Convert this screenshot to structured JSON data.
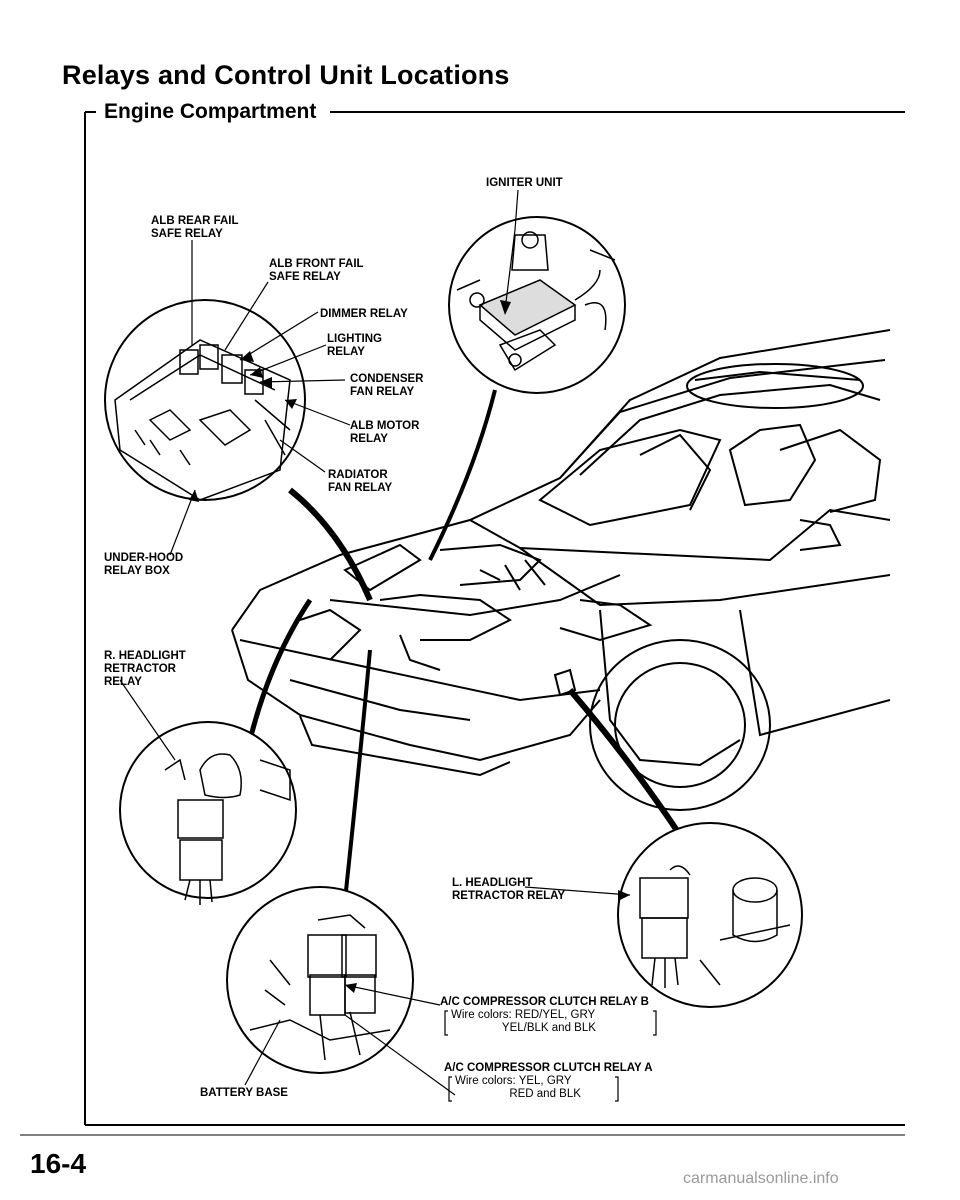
{
  "page": {
    "title": "Relays and Control Unit Locations",
    "section": "Engine Compartment",
    "page_number": "16-4",
    "watermark": "carmanualsonline.info"
  },
  "labels": {
    "igniter_unit": "IGNITER UNIT",
    "alb_rear_fail_safe_relay": "ALB REAR FAIL\nSAFE RELAY",
    "alb_front_fail_safe_relay": "ALB FRONT FAIL\nSAFE RELAY",
    "dimmer_relay": "DIMMER RELAY",
    "lighting_relay": "LIGHTING\nRELAY",
    "condenser_fan_relay": "CONDENSER\nFAN RELAY",
    "alb_motor_relay": "ALB MOTOR\nRELAY",
    "radiator_fan_relay": "RADIATOR\nFAN RELAY",
    "under_hood_relay_box": "UNDER-HOOD\nRELAY BOX",
    "r_headlight_retractor_relay": "R. HEADLIGHT\nRETRACTOR\nRELAY",
    "l_headlight_retractor_relay": "L. HEADLIGHT\nRETRACTOR RELAY",
    "ac_clutch_relay_b": "A/C COMPRESSOR CLUTCH RELAY B",
    "ac_clutch_relay_b_wires": "Wire colors: RED/YEL, GRY\n                YEL/BLK and BLK",
    "ac_clutch_relay_a": "A/C COMPRESSOR CLUTCH RELAY A",
    "ac_clutch_relay_a_wires": "Wire colors: YEL, GRY\n                 RED and BLK",
    "battery_base": "BATTERY BASE"
  },
  "icons": [
    "under-hood-relay-box-icon",
    "igniter-unit-icon",
    "car-illustration",
    "relay-icon"
  ]
}
